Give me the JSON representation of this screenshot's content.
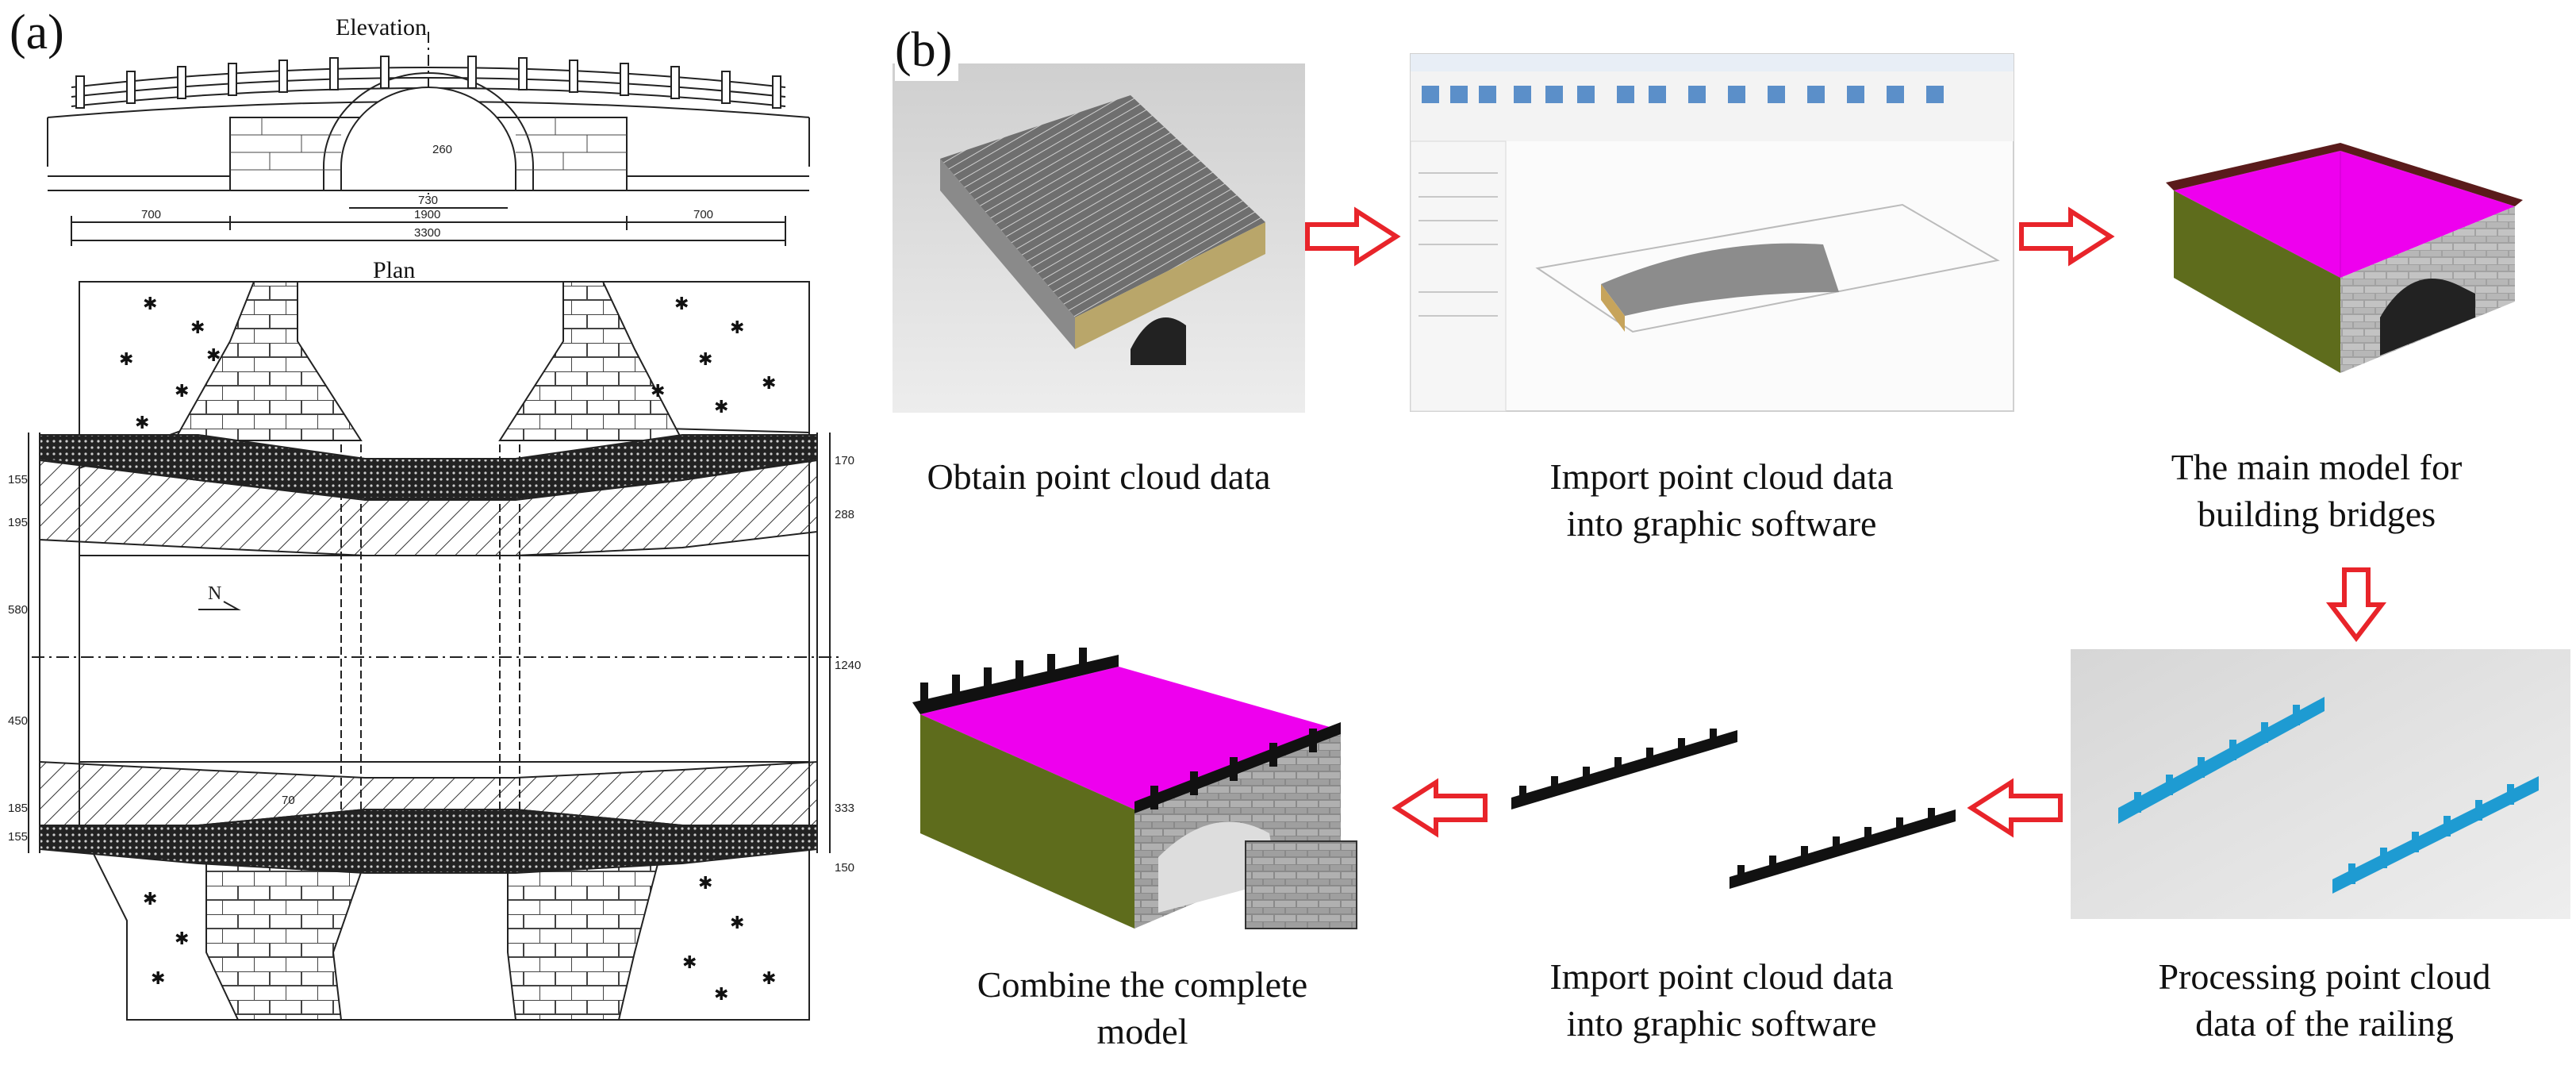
{
  "panel_a": {
    "label": "(a)",
    "elevation": {
      "title": "Elevation",
      "dim_arch_height": "260",
      "dim_arch_span": "730",
      "dim_left": "700",
      "dim_center": "1900",
      "dim_right": "700",
      "dim_total": "3300"
    },
    "plan": {
      "title": "Plan",
      "north_label": "N",
      "left_dims": [
        "155",
        "195",
        "580",
        "450",
        "185",
        "155"
      ],
      "right_dims": [
        "170",
        "288",
        "1240",
        "333",
        "150"
      ],
      "inner_label": "70"
    }
  },
  "panel_b": {
    "label": "(b)",
    "steps": [
      {
        "caption": "Obtain point cloud data"
      },
      {
        "caption": "Import point cloud data\ninto graphic software"
      },
      {
        "caption": "The main model for\nbuilding bridges"
      },
      {
        "caption": "Processing point cloud\ndata of the railing"
      },
      {
        "caption": "Import point cloud data\ninto graphic software"
      },
      {
        "caption": "Combine the complete\nmodel"
      }
    ]
  },
  "colors": {
    "arrow_red": "#e8242a",
    "deck_magenta": "#ee00ee",
    "wall_olive": "#5e6c1c",
    "railing_blue": "#1e9bd2",
    "stone_gray": "#9b9b9b"
  }
}
